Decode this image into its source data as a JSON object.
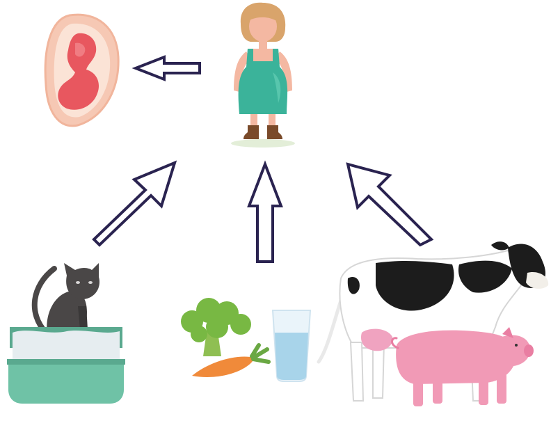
{
  "diagram": {
    "nodes": [
      {
        "id": "fetus",
        "icon": "fetus-in-uterus-icon"
      },
      {
        "id": "pregnant-woman",
        "icon": "pregnant-woman-icon"
      },
      {
        "id": "cat",
        "icon": "cat-in-litter-box-icon"
      },
      {
        "id": "food",
        "icon": "vegetables-and-water-icon"
      },
      {
        "id": "livestock",
        "icon": "cow-and-pig-icon"
      }
    ],
    "edges": [
      {
        "from": "pregnant-woman",
        "to": "fetus"
      },
      {
        "from": "cat",
        "to": "pregnant-woman"
      },
      {
        "from": "food",
        "to": "pregnant-woman"
      },
      {
        "from": "livestock",
        "to": "pregnant-woman"
      }
    ],
    "colors": {
      "arrow_outline": "#2a2350",
      "arrow_fill": "#ffffff",
      "dress": "#3bb39a",
      "skin": "#f4b8a2",
      "hair": "#d9a46b",
      "uterus": "#f6c8b4",
      "fetus": "#e8575f",
      "cat": "#4a4747",
      "litter_box": "#6fc2a6",
      "broccoli": "#78b843",
      "carrot": "#f08a3a",
      "water": "#a8d4ea",
      "cow_black": "#1c1c1c",
      "udder": "#f0a3c0",
      "pig": "#f19ab6"
    }
  }
}
